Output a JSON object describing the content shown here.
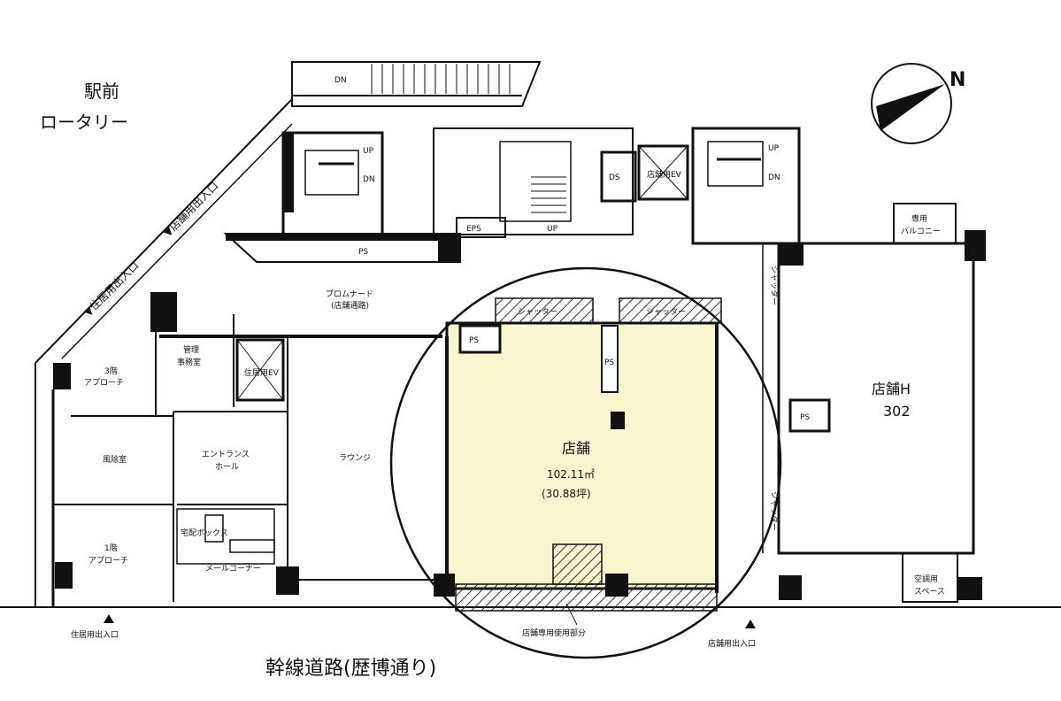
{
  "labels": {
    "station_front": "駅前",
    "rotary": "ロータリー",
    "resident_entrance_diag": "▼住居用出入口",
    "shop_entrance_diag": "▼店舗用出入口",
    "north": "N",
    "dn": "DN",
    "up": "UP",
    "ps": "PS",
    "eps": "EPS",
    "ds": "DS",
    "shop_ev": "店舗用EV",
    "resident_ev": "住居用EV",
    "promenade": "プロムナード",
    "promenade_sub": "(店舗通路)",
    "shutter": "シャッター",
    "approach_3f": "3階\nアプローチ",
    "management_office": "管理\n事務室",
    "wind_room": "風除室",
    "entrance_hall": "エントランス\nホール",
    "lounge": "ラウンジ",
    "mail_corner": "メールコーナー",
    "delivery_box": "宅配ボックス",
    "approach_1f": "1階\nアプローチ",
    "resident_entrance": "住居用出入口",
    "shop_entrance": "店舗用出入口",
    "exclusive_area": "店舗専用使用部分",
    "road": "幹線道路(歴博通り)",
    "balcony": "専用\nバルコニー",
    "ac_space": "空調用\nスペース",
    "subject_shop": {
      "name": "店舗",
      "area_m2": "102.11㎡",
      "area_tsubo": "(30.88坪)"
    },
    "shop_h": {
      "name": "店舗H",
      "number": "302"
    }
  },
  "colors": {
    "subject_fill": "#f8f6cf",
    "wall": "#111111",
    "hatch": "#333333"
  }
}
